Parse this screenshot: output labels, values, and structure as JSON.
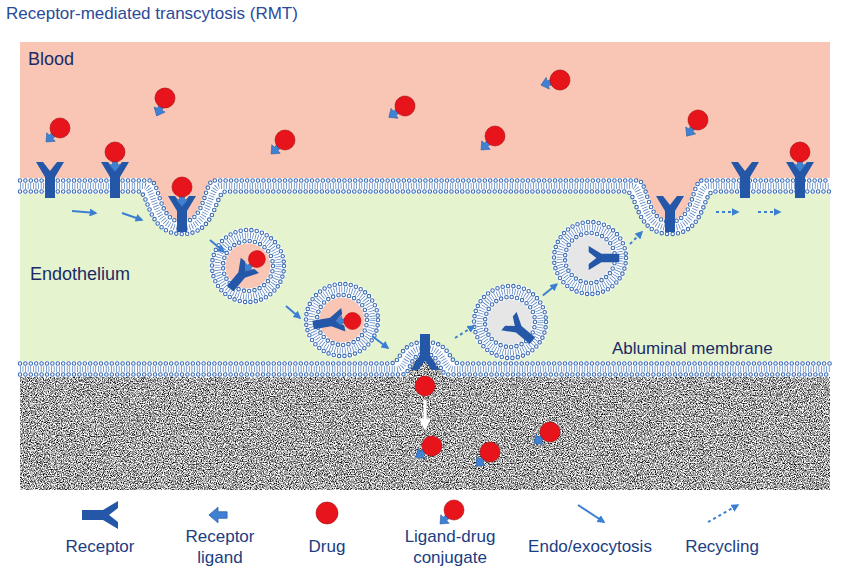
{
  "diagram": {
    "title": "Receptor-mediated transcytosis (RMT)",
    "nodes": [
      {
        "text": [
          "Blood"
        ]
      },
      {
        "text": [
          "Endothelium"
        ]
      }
    ],
    "labels": [
      "Abluminal membrane"
    ],
    "legend": [
      {
        "text": "Receptor"
      },
      {
        "text": "Receptor ligand"
      },
      {
        "text": "Drug"
      },
      {
        "text": "Ligand-drug conjugate"
      },
      {
        "text": "Endo/exocytosis"
      },
      {
        "text": "Recycling"
      }
    ]
  }
}
